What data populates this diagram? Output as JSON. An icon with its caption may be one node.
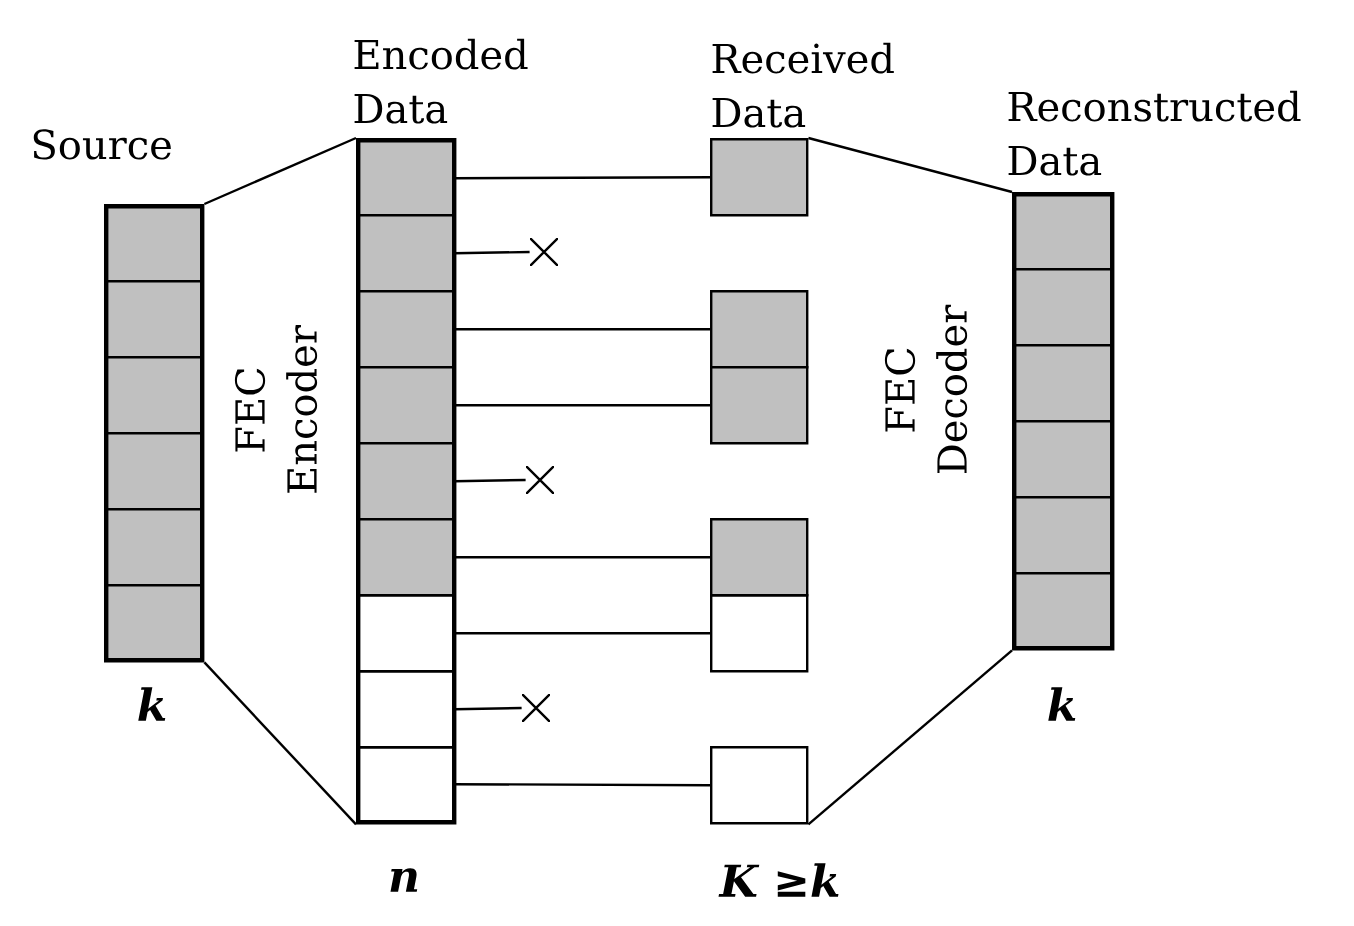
{
  "diagram": {
    "nodes": [
      {
        "text": [
          "Source"
        ],
        "beside": [
          "k"
        ]
      },
      {
        "text": [],
        "shape": "box",
        "in": 0
      },
      {
        "text": [],
        "shape": "box",
        "in": 0
      },
      {
        "text": [],
        "shape": "box",
        "in": 0
      },
      {
        "text": [],
        "shape": "box",
        "in": 0
      },
      {
        "text": [],
        "shape": "box",
        "in": 0
      },
      {
        "text": [],
        "shape": "box",
        "in": 0
      },
      {
        "text": [
          "Encoded Data"
        ],
        "beside": [
          "n"
        ]
      },
      {
        "text": [],
        "shape": "box",
        "in": 7
      },
      {
        "text": [],
        "shape": "box",
        "in": 7
      },
      {
        "text": [],
        "shape": "box",
        "in": 7
      },
      {
        "text": [],
        "shape": "box",
        "in": 7
      },
      {
        "text": [],
        "shape": "box",
        "in": 7
      },
      {
        "text": [],
        "shape": "box",
        "in": 7
      },
      {
        "text": [],
        "shape": "box",
        "in": 7
      },
      {
        "text": [],
        "shape": "box",
        "in": 7
      },
      {
        "text": [],
        "shape": "box",
        "in": 7
      },
      {
        "text": [
          "Received Data"
        ]
      },
      {
        "text": [],
        "shape": "box"
      },
      {
        "text": [],
        "shape": "box"
      },
      {
        "text": [],
        "shape": "box"
      },
      {
        "text": [],
        "shape": "box"
      },
      {
        "text": [],
        "shape": "box",
        "beside": [
          "K ≥k"
        ]
      },
      {
        "text": [
          "Reconstructed Data"
        ],
        "beside": [
          "k"
        ]
      },
      {
        "text": [],
        "shape": "box",
        "in": 23
      },
      {
        "text": [],
        "shape": "box",
        "in": 23
      },
      {
        "text": [],
        "shape": "box",
        "in": 23
      },
      {
        "text": [],
        "shape": "box",
        "in": 23
      },
      {
        "text": [],
        "shape": "box",
        "in": 23
      },
      {
        "text": [],
        "shape": "box",
        "in": 23
      },
      {
        "text": [],
        "shape": "cross"
      },
      {
        "text": [],
        "shape": "cross"
      },
      {
        "text": [],
        "shape": "cross"
      }
    ],
    "edges": [
      {
        "from": 0,
        "to": 7,
        "arrow": "none"
      },
      {
        "from": 0,
        "to": 7,
        "arrow": "none"
      },
      {
        "from": 8,
        "to": 17,
        "arrow": "none"
      },
      {
        "from": 9,
        "to": 30,
        "arrow": "none"
      },
      {
        "from": 10,
        "to": 18,
        "arrow": "none"
      },
      {
        "from": 11,
        "to": 19,
        "arrow": "none"
      },
      {
        "from": 12,
        "to": 31,
        "arrow": "none"
      },
      {
        "from": 13,
        "to": 20,
        "arrow": "none"
      },
      {
        "from": 14,
        "to": 21,
        "arrow": "none"
      },
      {
        "from": 15,
        "to": 32,
        "arrow": "none"
      },
      {
        "from": 16,
        "to": 22,
        "arrow": "none"
      },
      {
        "from": 17,
        "to": 23,
        "arrow": "none"
      },
      {
        "from": 22,
        "to": 23,
        "arrow": "none"
      }
    ],
    "labels": [
      "FEC Encoder",
      "FEC Decoder"
    ]
  }
}
